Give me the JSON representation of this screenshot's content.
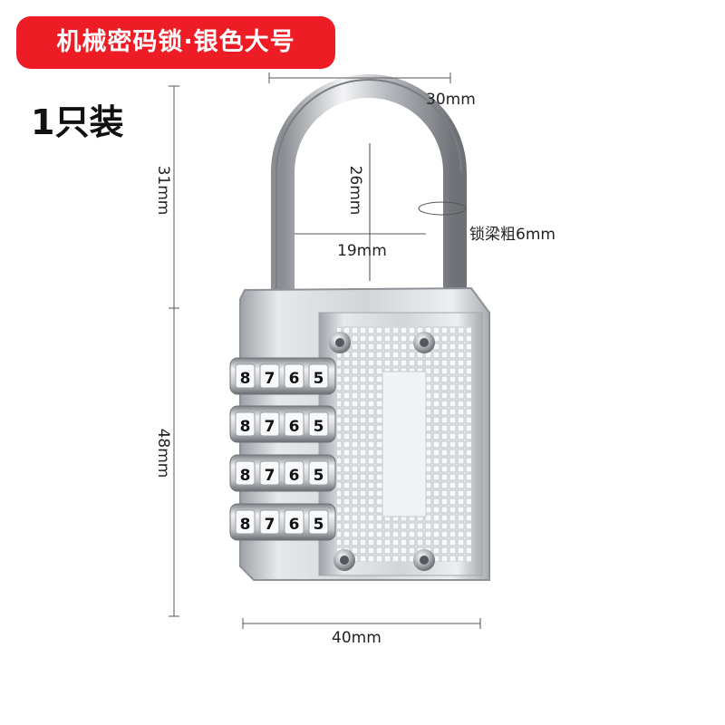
{
  "banner": {
    "title": "机械密码锁·银色大号"
  },
  "quantity_label": "1只装",
  "dimensions": {
    "shackle_width": "30mm",
    "shackle_height_outer": "31mm",
    "shackle_inner_height": "26mm",
    "shackle_inner_width": "19mm",
    "shackle_thickness": "锁梁粗6mm",
    "body_height": "48mm",
    "body_width": "40mm"
  },
  "lock": {
    "color": "silver",
    "dial_rows": [
      [
        "8",
        "7",
        "6",
        "5"
      ],
      [
        "8",
        "7",
        "6",
        "5"
      ],
      [
        "8",
        "7",
        "6",
        "5"
      ],
      [
        "8",
        "7",
        "6",
        "5"
      ]
    ]
  },
  "colors": {
    "banner": "#ee1c24",
    "metal": "#c9ccd0"
  }
}
